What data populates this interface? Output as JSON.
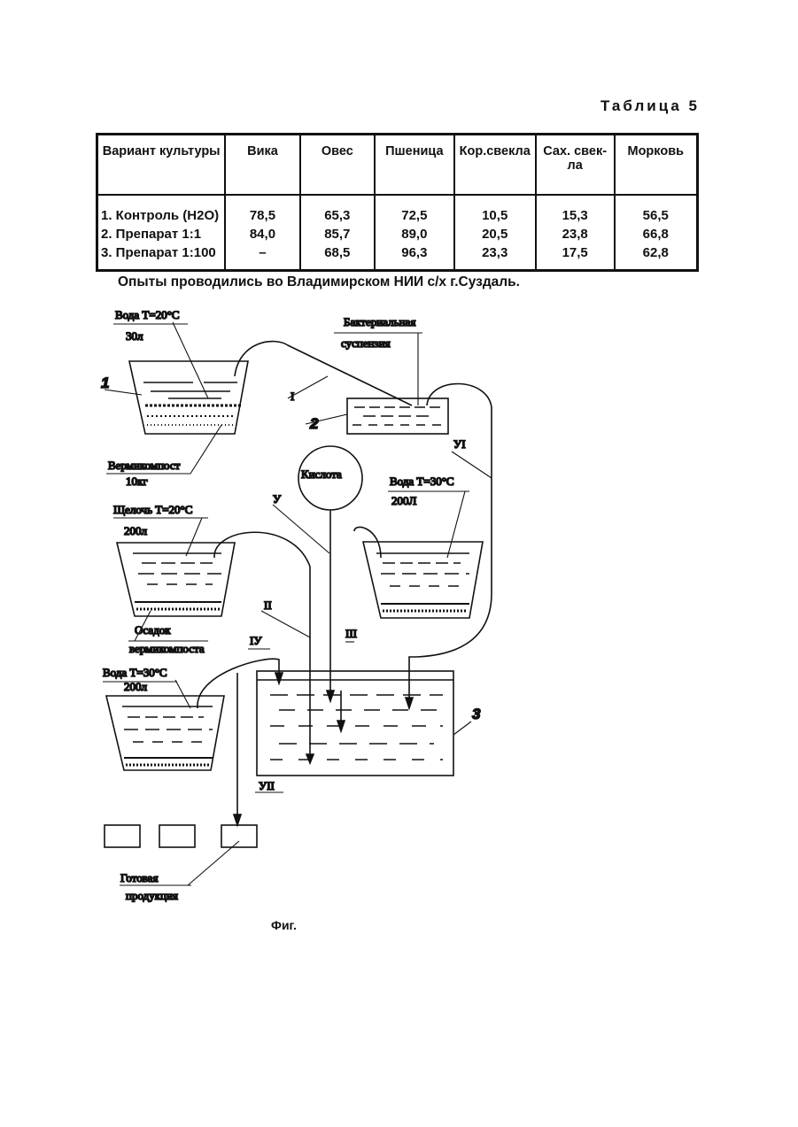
{
  "table": {
    "caption": "Таблица 5",
    "headers": [
      "Вариант культуры",
      "Вика",
      "Овес",
      "Пшеница",
      "Кор.свекла",
      "Сах. свек-\nла",
      "Морковь"
    ],
    "rows": [
      [
        "1. Контроль (Н2О)",
        "78,5",
        "65,3",
        "72,5",
        "10,5",
        "15,3",
        "56,5"
      ],
      [
        "2. Препарат 1:1",
        "84,0",
        "85,7",
        "89,0",
        "20,5",
        "23,8",
        "66,8"
      ],
      [
        "3. Препарат 1:100",
        "–",
        "68,5",
        "96,3",
        "23,3",
        "17,5",
        "62,8"
      ]
    ]
  },
  "note": "Опыты проводились во Владимирском НИИ с/х г.Суздаль.",
  "figure": {
    "labels": {
      "water1": "Вода Т=20°С",
      "vol30": "30л",
      "bact1": "Бактериальная",
      "bact2": "суспензия",
      "vermi1": "Вермикомпост",
      "vermi2": "10кг",
      "acid": "Кислота",
      "alkali": "Щелочь Т=20°С",
      "vol200a": "200л",
      "water2": "Вода Т=30°С",
      "vol200b": "200Л",
      "sed1": "Осадок",
      "sed2": "вермикомпоста",
      "water3": "Вода Т=30°С",
      "vol200c": "200л",
      "ready1": "Готовая",
      "ready2": "продукция"
    },
    "numerals": [
      "1",
      "2",
      "3"
    ],
    "lines": [
      "I",
      "II",
      "III",
      "IУ",
      "У",
      "УI",
      "УII"
    ]
  },
  "fig_caption": "Фиг."
}
